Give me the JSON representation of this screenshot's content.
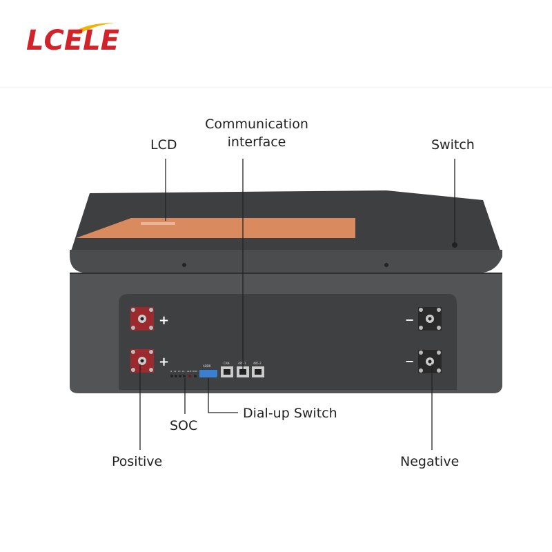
{
  "logo": {
    "text": "LCELE",
    "color": "#d2232a",
    "swoosh_color": "#f0b400"
  },
  "labels": {
    "lcd": "LCD",
    "communication_line1": "Communication",
    "communication_line2": "interface",
    "switch": "Switch",
    "soc": "SOC",
    "dial_up_switch": "Dial-up Switch",
    "positive": "Positive",
    "negative": "Negative"
  },
  "panel": {
    "plus": "+",
    "minus": "−",
    "addr": "ADDR",
    "ports": [
      "CAN",
      "485-1",
      "485-2"
    ],
    "leds": [
      "L1",
      "L2",
      "L3",
      "L4",
      "ALM",
      "RUN"
    ]
  },
  "colors": {
    "body": "#4a4b4d",
    "lid_top": "#3f4042",
    "lcd_panel": "#d98a5e",
    "terminal_pos": "#9b2a2e",
    "terminal_neg": "#2a2a2a",
    "dip": "#3a7fd0"
  }
}
